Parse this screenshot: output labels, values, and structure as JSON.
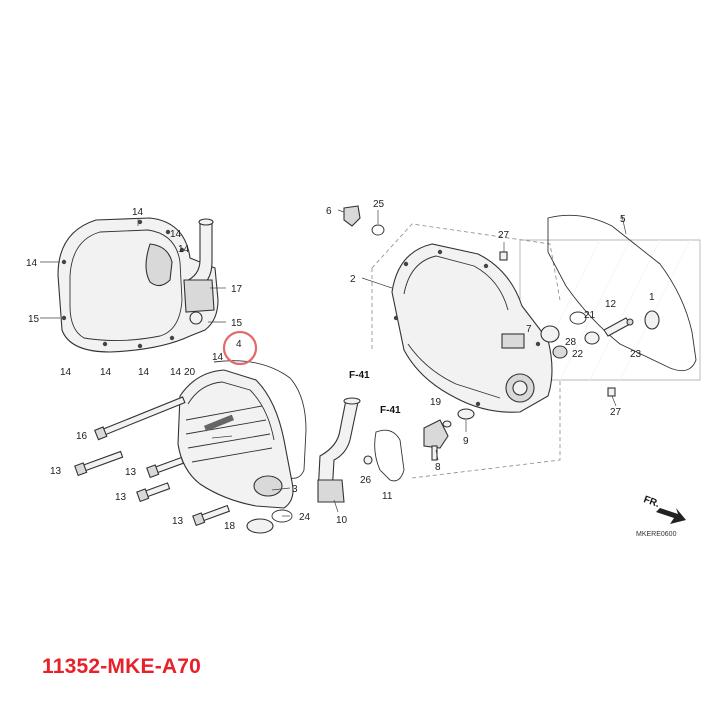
{
  "part_number": "11352-MKE-A70",
  "diagram_code": "MKERE0600",
  "direction_label": "FR.",
  "highlight_color": "#e46a6a",
  "part_number_color": "#e8202a",
  "callouts": {
    "c14a": "14",
    "c14b": "14",
    "c14c": "14",
    "c14d": "14",
    "c14e": "14",
    "c14f": "14",
    "c14g": "14",
    "c14h": "14",
    "c14i": "14",
    "c15a": "15",
    "c15b": "15",
    "c17": "17",
    "c20": "20",
    "c4": "4",
    "c16": "16",
    "c13a": "13",
    "c13b": "13",
    "c13c": "13",
    "c13d": "13",
    "c3": "3",
    "c18": "18",
    "c24": "24",
    "c10": "10",
    "c26": "26",
    "c11": "11",
    "c6": "6",
    "c25": "25",
    "c2": "2",
    "c27a": "27",
    "c27b": "27",
    "c5": "5",
    "c1": "1",
    "c12": "12",
    "c21": "21",
    "c7": "7",
    "c28": "28",
    "c22": "22",
    "c23": "23",
    "c19": "19",
    "c8": "8",
    "c9": "9"
  },
  "references": {
    "f41a": "F-41",
    "f41b": "F-41"
  }
}
